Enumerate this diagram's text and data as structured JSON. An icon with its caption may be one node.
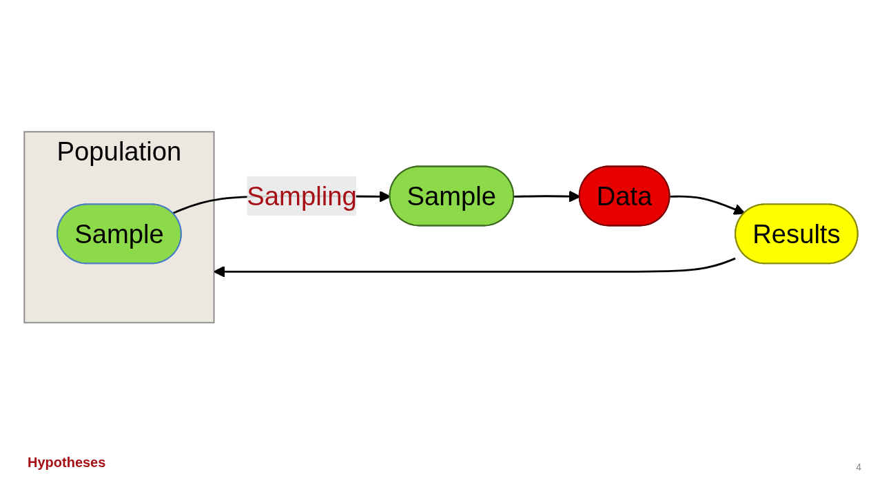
{
  "diagram": {
    "nodes": [
      {
        "text": [
          "Population"
        ]
      },
      {
        "text": [
          "Sample"
        ],
        "in": 0
      },
      {
        "text": [
          "Sample"
        ]
      },
      {
        "text": [
          "Results"
        ]
      },
      {
        "text": [
          "Data"
        ]
      }
    ],
    "edges": [
      {
        "from": 1,
        "to": 2,
        "arrow": "to",
        "label": "Sampling"
      },
      {
        "from": 2,
        "to": 4,
        "arrow": "to"
      },
      {
        "from": 4,
        "to": 3,
        "arrow": "to"
      },
      {
        "from": 3,
        "to": 0,
        "arrow": "to"
      }
    ],
    "labels": [
      "Hypotheses",
      "4"
    ]
  }
}
